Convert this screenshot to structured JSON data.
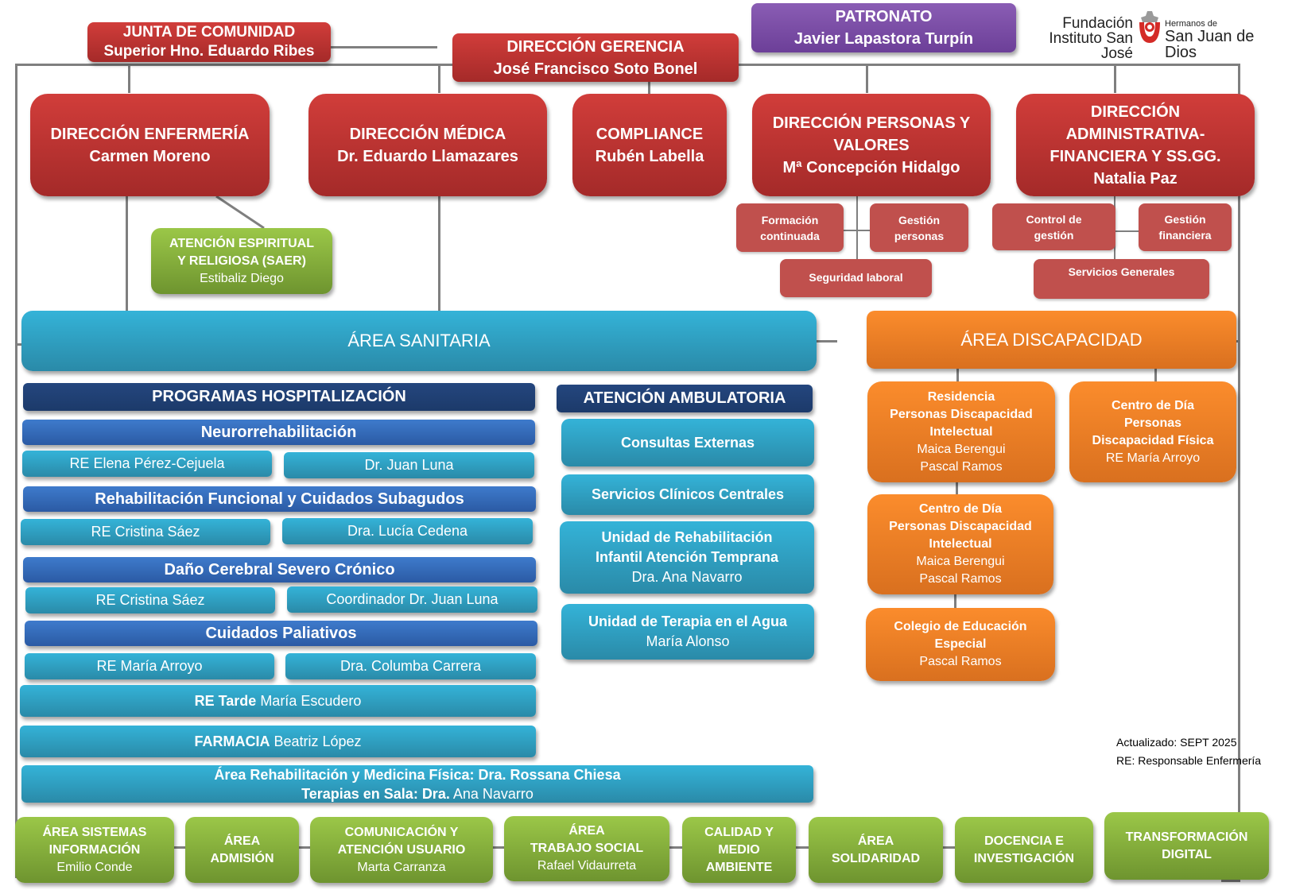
{
  "logo": {
    "left_line1": "Fundación",
    "left_line2": "Instituto San José",
    "right_line1": "Hermanos de",
    "right_line2": "San Juan de Dios"
  },
  "top": {
    "junta": {
      "title": "JUNTA DE COMUNIDAD",
      "name": "Superior Hno. Eduardo Ribes"
    },
    "gerencia": {
      "title": "DIRECCIÓN GERENCIA",
      "name": "José Francisco Soto Bonel"
    },
    "patronato": {
      "title": "PATRONATO",
      "name": "Javier Lapastora Turpín"
    }
  },
  "directions": [
    {
      "title": "DIRECCIÓN ENFERMERÍA",
      "name": "Carmen Moreno"
    },
    {
      "title": "DIRECCIÓN MÉDICA",
      "name": "Dr. Eduardo Llamazares"
    },
    {
      "title": "COMPLIANCE",
      "name": "Rubén Labella"
    },
    {
      "title_line1": "DIRECCIÓN PERSONAS Y",
      "title_line2": "VALORES",
      "name": "Mª Concepción Hidalgo"
    },
    {
      "title_line1": "DIRECCIÓN",
      "title_line2": "ADMINISTRATIVA-",
      "title_line3": "FINANCIERA Y SS.GG.",
      "name": "Natalia Paz"
    }
  ],
  "saer": {
    "line1": "ATENCIÓN ESPIRITUAL",
    "line2": "Y RELIGIOSA (SAER)",
    "name": "Estibaliz Diego"
  },
  "personas_sub": {
    "formacion": {
      "line1": "Formación",
      "line2": "continuada"
    },
    "gestion": {
      "line1": "Gestión",
      "line2": "personas"
    },
    "seguridad": "Seguridad laboral"
  },
  "admin_sub": {
    "control": {
      "line1": "Control de",
      "line2": "gestión"
    },
    "financiera": {
      "line1": "Gestión",
      "line2": "financiera"
    },
    "servicios": "Servicios Generales"
  },
  "area_sanitaria": "ÁREA SANITARIA",
  "area_discapacidad": "ÁREA DISCAPACIDAD",
  "hospitalizacion": {
    "header": "PROGRAMAS HOSPITALIZACIÓN",
    "programs": [
      {
        "title": "Neurorrehabilitación",
        "left": "RE Elena Pérez-Cejuela",
        "right": "Dr. Juan Luna"
      },
      {
        "title": "Rehabilitación Funcional y Cuidados Subagudos",
        "left": "RE Cristina Sáez",
        "right": "Dra. Lucía Cedena"
      },
      {
        "title": "Daño Cerebral Severo Crónico",
        "left": "RE Cristina Sáez",
        "right": "Coordinador Dr. Juan Luna"
      },
      {
        "title": "Cuidados Paliativos",
        "left": "RE María Arroyo",
        "right": "Dra. Columba Carrera"
      }
    ],
    "re_tarde": {
      "label": "RE Tarde",
      "name": "María Escudero"
    },
    "farmacia": {
      "label": "FARMACIA",
      "name": "Beatriz López"
    },
    "rehab_area": {
      "line1": "Área Rehabilitación y Medicina Física: Dra. Rossana Chiesa",
      "line2_label": "Terapias en Sala: Dra.",
      "line2_name": "Ana Navarro"
    }
  },
  "ambulatoria": {
    "header": "ATENCIÓN AMBULATORIA",
    "items": [
      {
        "title": "Consultas Externas"
      },
      {
        "title": "Servicios Clínicos Centrales"
      },
      {
        "title_line1": "Unidad de Rehabilitación",
        "title_line2": "Infantil Atención Temprana",
        "name": "Dra. Ana Navarro"
      },
      {
        "title_line1": "Unidad de Terapia en el Agua",
        "name": "María Alonso"
      }
    ]
  },
  "discapacidad": {
    "residencia": {
      "line1": "Residencia",
      "line2": "Personas Discapacidad",
      "line3": "Intelectual",
      "name1": "Maica Berengui",
      "name2": "Pascal Ramos"
    },
    "centro_fisica": {
      "line1": "Centro de Día",
      "line2": "Personas",
      "line3": "Discapacidad Física",
      "name1": "RE María Arroyo"
    },
    "centro_intelectual": {
      "line1": "Centro de Día",
      "line2": "Personas Discapacidad",
      "line3": "Intelectual",
      "name1": "Maica Berengui",
      "name2": "Pascal Ramos"
    },
    "colegio": {
      "line1": "Colegio de Educación",
      "line2": "Especial",
      "name1": "Pascal Ramos"
    }
  },
  "legend": {
    "updated": "Actualizado:  SEPT 2025",
    "re": "RE: Responsable Enfermería"
  },
  "bottom_areas": [
    {
      "line1": "ÁREA SISTEMAS",
      "line2": "INFORMACIÓN",
      "name": "Emilio Conde"
    },
    {
      "line1": "ÁREA",
      "line2": "ADMISIÓN"
    },
    {
      "line1": "COMUNICACIÓN Y",
      "line2": "ATENCIÓN USUARIO",
      "name": "Marta Carranza"
    },
    {
      "line1": "ÁREA",
      "line2": "TRABAJO SOCIAL",
      "name": "Rafael Vidaurreta"
    },
    {
      "line1": "CALIDAD  Y",
      "line2": "MEDIO",
      "line3": "AMBIENTE"
    },
    {
      "line1": "ÁREA",
      "line2": "SOLIDARIDAD"
    },
    {
      "line1": "DOCENCIA E",
      "line2": "INVESTIGACIÓN"
    },
    {
      "line1": "TRANSFORMACIÓN",
      "line2": "DIGITAL"
    }
  ],
  "colors": {
    "direction_red": "#c0392f",
    "sub_red": "#c0504d",
    "patronato_purple": "#7a4fa8",
    "green": "#8ab53e",
    "teal": "#31a9cf",
    "navy": "#1f4379",
    "blue": "#3a72c2",
    "orange": "#f0822a",
    "connector_gray": "#7f7f7f"
  }
}
